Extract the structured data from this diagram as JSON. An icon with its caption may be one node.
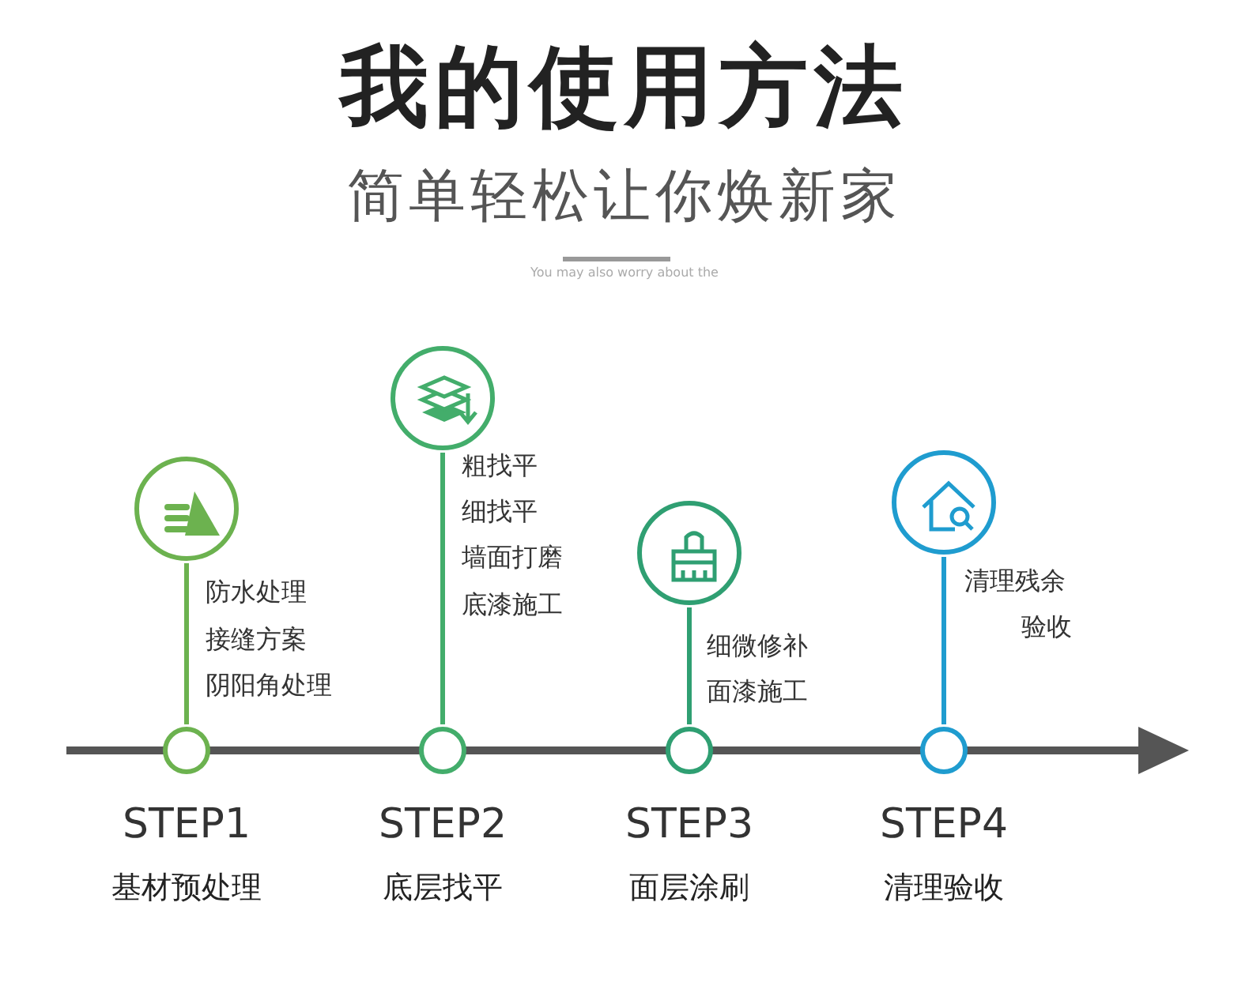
{
  "diagram": {
    "title": "我的使用方法",
    "nodes": [
      {
        "text": [],
        "shape": "circle",
        "beside": [
          "防水处理",
          "接缝方案",
          "阴阳角处理"
        ]
      },
      {
        "text": [],
        "shape": "circle",
        "beside": [
          "STEP1",
          "基材预处理"
        ]
      },
      {
        "text": [],
        "shape": "circle",
        "beside": [
          "粗找平",
          "细找平",
          "墙面打磨",
          "底漆施工"
        ]
      },
      {
        "text": [],
        "shape": "circle",
        "beside": [
          "STEP2",
          "底层找平"
        ]
      },
      {
        "text": [],
        "shape": "circle",
        "beside": [
          "细微修补",
          "面漆施工"
        ]
      },
      {
        "text": [],
        "shape": "circle",
        "beside": [
          "STEP3",
          "面层涂刷"
        ]
      },
      {
        "text": [],
        "shape": "circle",
        "beside": [
          "清理残余",
          "验收"
        ]
      },
      {
        "text": [],
        "shape": "circle",
        "beside": [
          "STEP4",
          "清理验收"
        ]
      }
    ],
    "edges": [
      {
        "from": 0,
        "to": 1,
        "arrow": "none",
        "color": "#6cb24f"
      },
      {
        "from": 2,
        "to": 3,
        "arrow": "none",
        "color": "#43ad6b"
      },
      {
        "from": 4,
        "to": 5,
        "arrow": "none",
        "color": "#2f9f72"
      },
      {
        "from": 6,
        "to": 7,
        "arrow": "none",
        "color": "#1f9ccf"
      }
    ],
    "labels": [
      "简单轻松让你焕新家",
      "You may also worry about the"
    ]
  }
}
